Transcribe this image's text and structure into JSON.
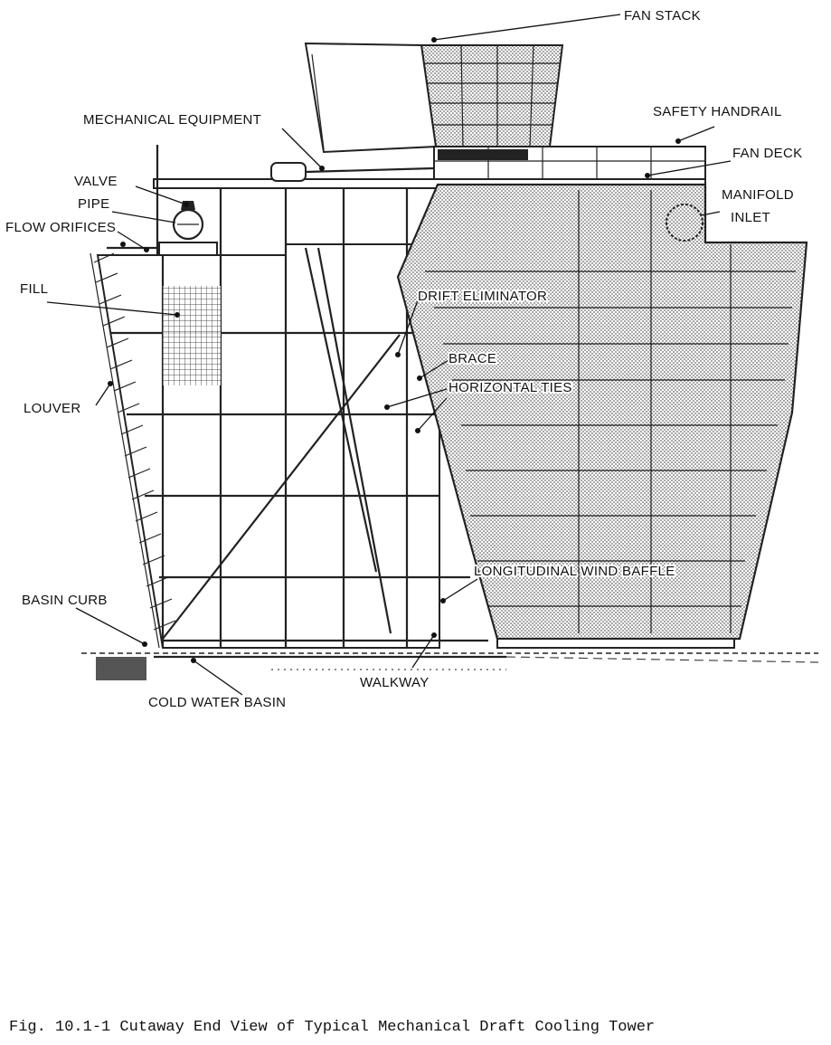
{
  "labels": {
    "fan_stack": "FAN STACK",
    "mechanical_equipment": "MECHANICAL EQUIPMENT",
    "safety_handrail": "SAFETY HANDRAIL",
    "fan_deck": "FAN DECK",
    "valve": "VALVE",
    "pipe": "PIPE",
    "manifold": "MANIFOLD",
    "inlet": "INLET",
    "flow_orifices": "FLOW ORIFICES",
    "fill": "FILL",
    "drift_eliminator": "DRIFT ELIMINATOR",
    "brace": "BRACE",
    "horizontal_ties": "HORIZONTAL TIES",
    "louver": "LOUVER",
    "longitudinal_wind_baffle": "LONGITUDINAL WIND BAFFLE",
    "basin_curb": "BASIN CURB",
    "walkway": "WALKWAY",
    "cold_water_basin": "COLD WATER BASIN"
  },
  "caption": "Fig. 10.1-1  Cutaway End View of Typical Mechanical Draft Cooling Tower",
  "colors": {
    "ink": "#111111",
    "background": "#ffffff",
    "stipple": "#8a8a8a"
  }
}
